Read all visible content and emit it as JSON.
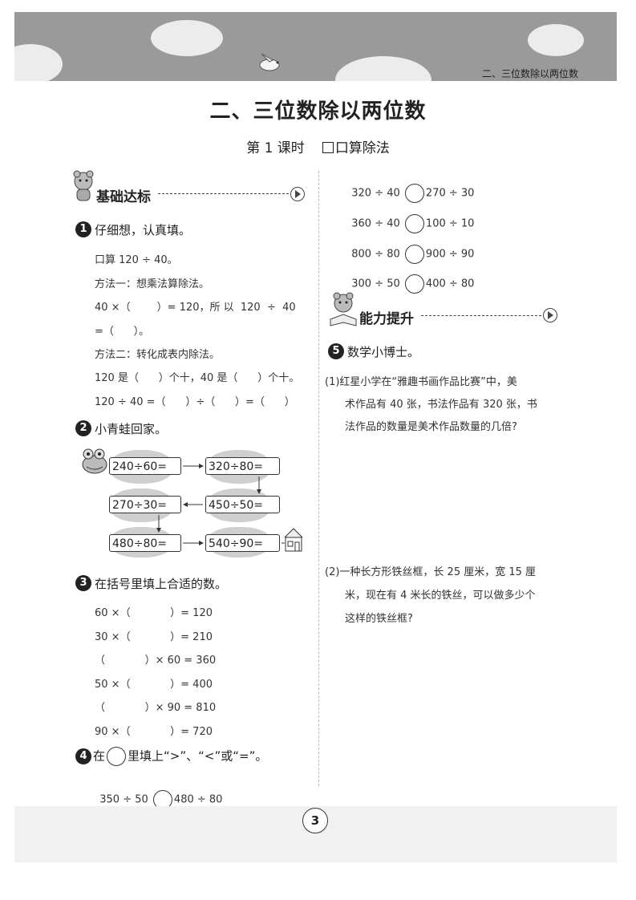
{
  "header": {
    "section_tag": "二、三位数除以两位数"
  },
  "title": "二、三位数除以两位数",
  "subtitle": {
    "lesson": "第 1 课时",
    "topic": "口算除法"
  },
  "sections": {
    "basic": "基础达标",
    "advanced": "能力提升"
  },
  "q1": {
    "num": "1",
    "title": "仔细想，认真填。",
    "lines": [
      "口算 120 ÷ 40。",
      "方法一：想乘法算除法。",
      "40 ×（        ）= 120，所 以  120  ÷  40",
      "=（      ）。",
      "方法二：转化成表内除法。",
      "120 是（      ）个十，40 是（      ）个十。",
      "120 ÷ 40 =（      ）÷（      ）=（      ）"
    ]
  },
  "q2": {
    "num": "2",
    "title": "小青蛙回家。",
    "boxes": [
      "240÷60=",
      "320÷80=",
      "270÷30=",
      "450÷50=",
      "480÷80=",
      "540÷90="
    ]
  },
  "q3": {
    "num": "3",
    "title": "在括号里填上合适的数。",
    "lines": [
      "60 ×（            ）= 120",
      "30 ×（            ）= 210",
      "（            ）× 60 = 360",
      "50 ×（            ）= 400",
      "（            ）× 90 = 810",
      "90 ×（            ）= 720"
    ]
  },
  "q4": {
    "num": "4",
    "title_pre": "在",
    "title_post": "里填上“>”、“<”或“=”。",
    "items": [
      {
        "left": "350 ÷ 50",
        "right": "480 ÷ 80"
      },
      {
        "left": "320 ÷ 40",
        "right": "270 ÷ 30"
      },
      {
        "left": "360 ÷ 40",
        "right": "100 ÷ 10"
      },
      {
        "left": "800 ÷ 80",
        "right": "900 ÷ 90"
      },
      {
        "left": "300 ÷ 50",
        "right": "400 ÷ 80"
      }
    ]
  },
  "q5": {
    "num": "5",
    "title": "数学小博士。",
    "p1": [
      "(1)红星小学在“雅趣书画作品比赛”中，美",
      "术作品有 40 张，书法作品有 320 张，书",
      "法作品的数量是美术作品数量的几倍?"
    ],
    "p2": [
      "(2)一种长方形铁丝框，长 25 厘米，宽 15 厘",
      "米，现在有 4 米长的铁丝，可以做多少个",
      "这样的铁丝框?"
    ]
  },
  "footer": {
    "page": "3"
  }
}
